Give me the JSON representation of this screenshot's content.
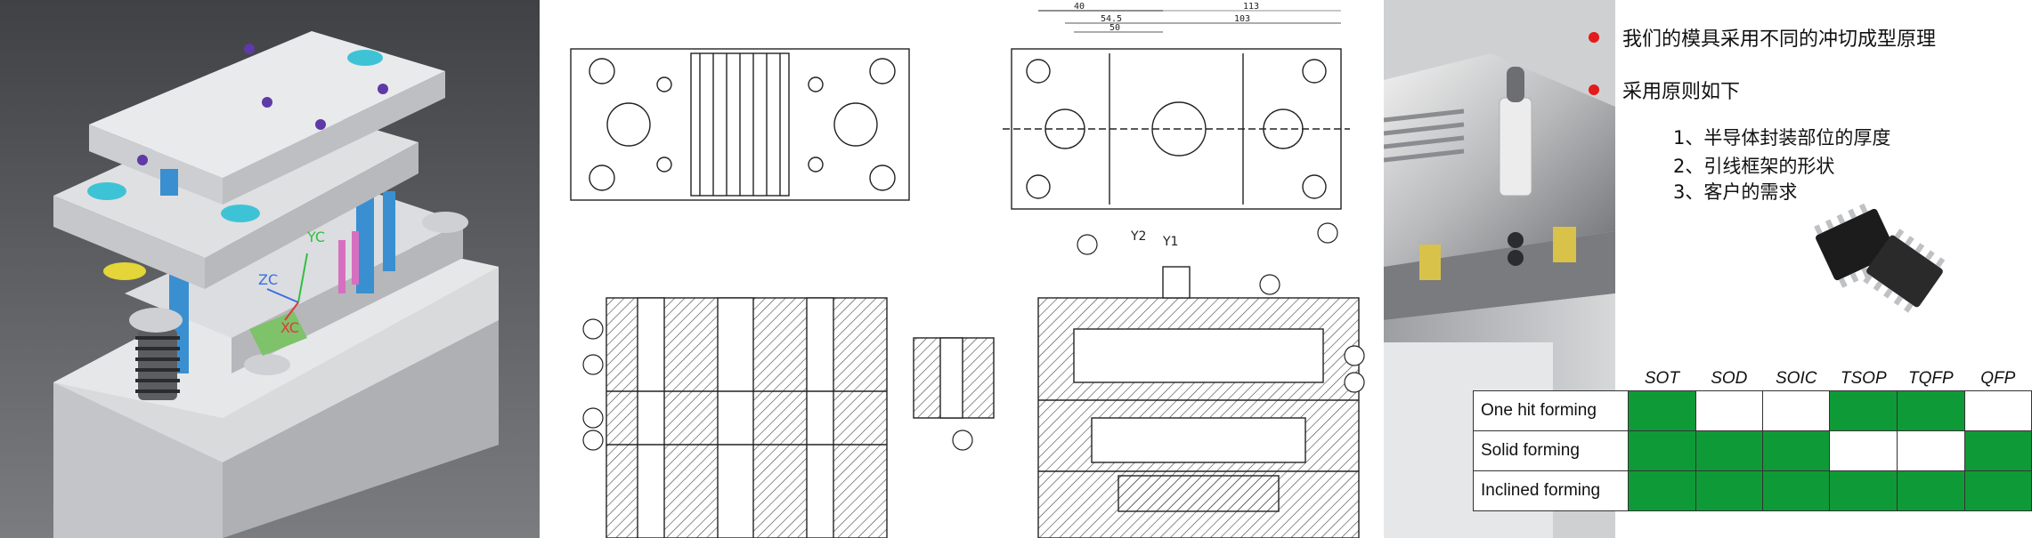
{
  "cad_axes": {
    "y_label": "YC",
    "z_label": "ZC",
    "x_label": "XC"
  },
  "drawing": {
    "axis_labels": {
      "y2": "Y2",
      "y1": "Y1"
    },
    "dimensions": {
      "d1": "40",
      "d2": "113",
      "d3": "54.5",
      "d4": "50",
      "d5": "103"
    }
  },
  "info": {
    "bullets": [
      "我们的模具采用不同的冲切成型原理",
      "采用原则如下"
    ],
    "sub_items": [
      "1、半导体封装部位的厚度",
      "2、引线框架的形状",
      "3、客户的需求"
    ],
    "bullet_color": "#e31b1b"
  },
  "forming_table": {
    "columns": [
      "SOT",
      "SOD",
      "SOIC",
      "TSOP",
      "TQFP",
      "QFP"
    ],
    "rows": [
      {
        "label": "One hit forming",
        "cells": [
          true,
          false,
          false,
          true,
          true,
          false
        ]
      },
      {
        "label": "Solid forming",
        "cells": [
          true,
          true,
          true,
          false,
          false,
          true
        ]
      },
      {
        "label": "Inclined forming",
        "cells": [
          true,
          true,
          true,
          true,
          true,
          true
        ]
      }
    ],
    "on_color": "#0f9a38"
  }
}
